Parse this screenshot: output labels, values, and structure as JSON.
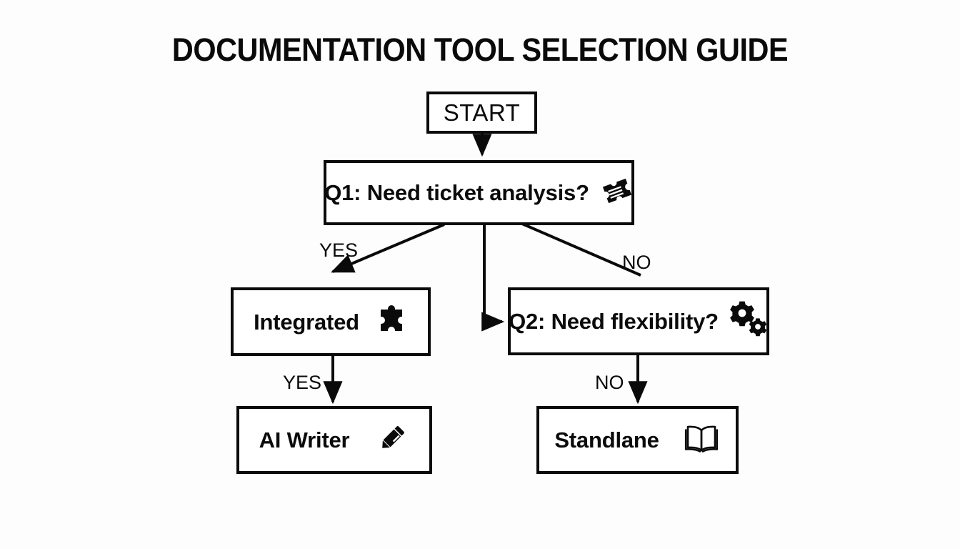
{
  "page": {
    "title": "DOCUMENTATION TOOL SELECTION GUIDE",
    "background_color": "#fdfdfd",
    "ink_color": "#0a0a0a"
  },
  "flowchart": {
    "type": "decision-flowchart",
    "nodes": [
      {
        "id": "start",
        "label": "START",
        "icon": "none",
        "shape": "rectangle"
      },
      {
        "id": "q1",
        "label": "Q1: Need ticket analysis?",
        "icon": "ticket-icon",
        "shape": "rectangle"
      },
      {
        "id": "integrated",
        "label": "Integrated",
        "icon": "puzzle-piece-icon",
        "shape": "rectangle"
      },
      {
        "id": "q2",
        "label": "Q2: Need flexibility?",
        "icon": "gears-icon",
        "shape": "rectangle"
      },
      {
        "id": "ai_writer",
        "label": "AI Writer",
        "icon": "pencil-icon",
        "shape": "rectangle"
      },
      {
        "id": "standlane",
        "label": "Standlane",
        "icon": "open-book-icon",
        "shape": "rectangle"
      }
    ],
    "edges": [
      {
        "from": "start",
        "to": "q1",
        "label": "",
        "arrow": true
      },
      {
        "from": "q1",
        "to": "integrated",
        "label": "YES",
        "arrow": true
      },
      {
        "from": "q1",
        "to": "q2",
        "label": "",
        "arrow": true
      },
      {
        "from": "q1",
        "to": "q2",
        "label": "NO",
        "arrow": false
      },
      {
        "from": "integrated",
        "to": "ai_writer",
        "label": "YES",
        "arrow": true
      },
      {
        "from": "q2",
        "to": "standlane",
        "label": "NO",
        "arrow": true
      }
    ],
    "edge_labels": {
      "q1_yes": "YES",
      "q1_no": "NO",
      "integrated_yes": "YES",
      "q2_no": "NO"
    }
  }
}
